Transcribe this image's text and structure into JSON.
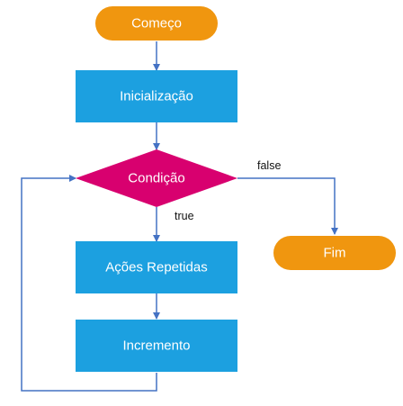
{
  "colors": {
    "terminal": "#F0960F",
    "process": "#1CA0E0",
    "decision": "#D8006F",
    "connector": "#4472C4",
    "node_text": "#FFFFFF",
    "label_text": "#111111"
  },
  "nodes": {
    "start": {
      "label": "Começo",
      "shape": "rounded-terminal"
    },
    "init": {
      "label": "Inicialização",
      "shape": "rectangle"
    },
    "condition": {
      "label": "Condição",
      "shape": "diamond"
    },
    "actions": {
      "label": "Ações Repetidas",
      "shape": "rectangle"
    },
    "increment": {
      "label": "Incremento",
      "shape": "rectangle"
    },
    "end": {
      "label": "Fim",
      "shape": "rounded-terminal"
    }
  },
  "edges": {
    "start_to_init": {
      "from": "start",
      "to": "init",
      "label": ""
    },
    "init_to_condition": {
      "from": "init",
      "to": "condition",
      "label": ""
    },
    "condition_true": {
      "from": "condition",
      "to": "actions",
      "label": "true"
    },
    "condition_false": {
      "from": "condition",
      "to": "end",
      "label": "false"
    },
    "actions_to_increment": {
      "from": "actions",
      "to": "increment",
      "label": ""
    },
    "increment_loop": {
      "from": "increment",
      "to": "condition",
      "label": ""
    }
  }
}
